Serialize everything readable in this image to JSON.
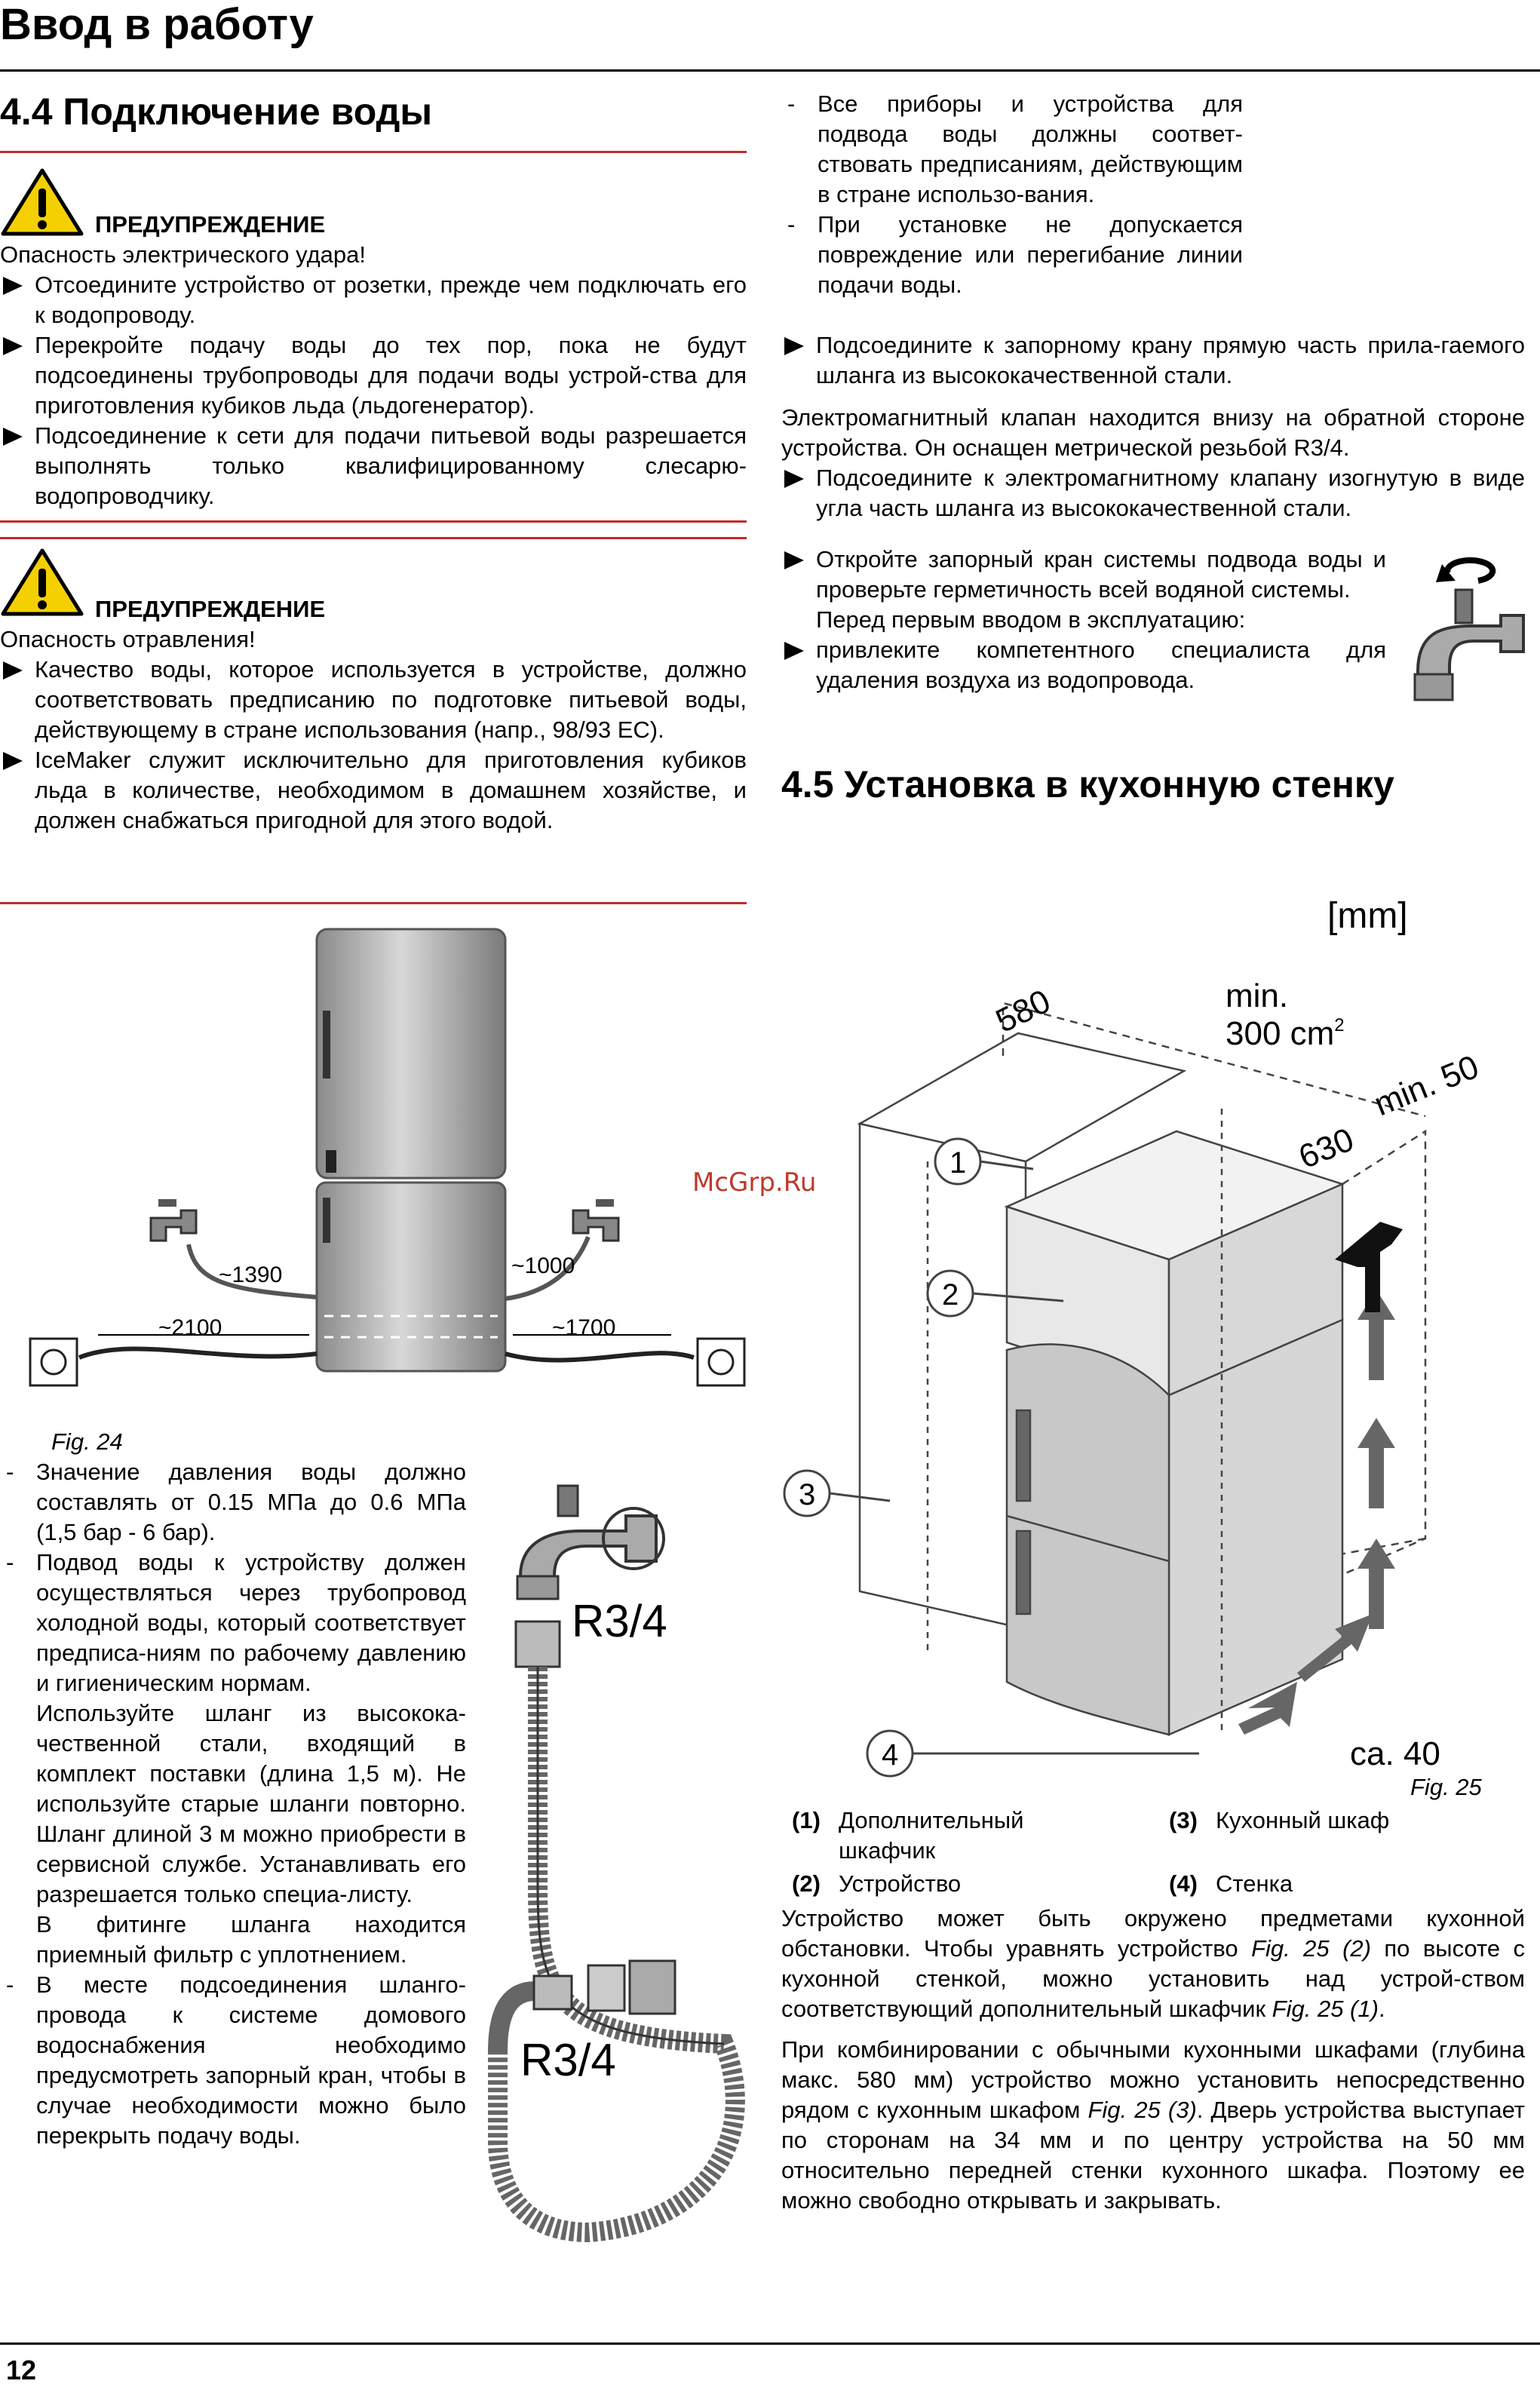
{
  "header": {
    "title": "Ввод в работу",
    "page_number": "12"
  },
  "watermark": "McGrp.Ru",
  "section_44": {
    "title": "4.4 Подключение воды",
    "warning1": {
      "title": "ПРЕДУПРЕЖДЕНИЕ",
      "subtitle": "Опасность электрического удара!",
      "items": [
        "Отсоедините устройство от розетки, прежде чем подключать его к водопроводу.",
        "Перекройте подачу воды до тех пор, пока не будут подсоединены трубопроводы для подачи воды устрой-ства для приготовления кубиков льда (льдогенератор).",
        "Подсоединение к сети для подачи питьевой воды разрешается выполнять только квалифицированному слесарю-водопроводчику."
      ]
    },
    "warning2": {
      "title": "ПРЕДУПРЕЖДЕНИЕ",
      "subtitle": "Опасность отравления!",
      "items": [
        "Качество воды, которое используется в устройстве, должно соответствовать предписанию по подготовке питьевой воды, действующему в стране использования (напр., 98/93 ЕС).",
        "IceMaker служит исключительно для приготовления кубиков льда в количестве, необходимом в домашнем хозяйстве, и должен снабжаться пригодной для этого водой."
      ]
    },
    "fig24": {
      "caption": "Fig. 24",
      "dim_1390": "~1390",
      "dim_1000": "~1000",
      "dim_2100": "~2100",
      "dim_1700": "~1700"
    },
    "pressure_items": [
      "Значение давления воды должно составлять от 0.15 МПа до 0.6 МПа (1,5 бар - 6 бар).",
      "Подвод воды к устройству должен осуществляться через трубопровод холодной воды, который соответствует предписа-ниям по рабочему давлению и гигиеническим нормам."
    ],
    "hose_paragraph1": "Используйте шланг из высокока-чественной стали, входящий в комплект поставки (длина 1,5 м). Не используйте старые шланги повторно. Шланг длиной 3 м можно приобрести в сервисной службе. Устанавливать его разрешается только специа-листу.",
    "hose_paragraph2": "В фитинге шланга находится приемный фильтр с уплотнением.",
    "valve_item": "В месте подсоединения шланго-провода к системе домового водоснабжения необходимо предусмотреть запорный кран, чтобы в случае необходимости можно было перекрыть подачу воды.",
    "hose_fig": {
      "thread_top": "R3/4",
      "thread_bottom": "R3/4"
    },
    "right_dash_items": [
      "Все приборы и устройства для подвода воды должны соответ-ствовать предписаниям, действующим в стране использо-вания.",
      "При установке не допускается повреждение или перегибание линии подачи воды."
    ],
    "right_bullet1": "Подсоедините к запорному крану прямую часть прила-гаемого шланга из высококачественной стали.",
    "solenoid_paragraph": "Электромагнитный клапан находится внизу на обратной стороне устройства. Он оснащен метрической резьбой R3/4.",
    "right_bullet2": "Подсоедините к электромагнитному клапану изогнутую в виде угла часть шланга из высококачественной стали.",
    "right_bullet3": "Откройте запорный кран системы подвода воды и проверьте герметичность всей водяной системы.",
    "before_first_use": "Перед первым вводом в эксплуатацию:",
    "right_bullet4": "привлеките компетентного специалиста для удаления воздуха из водопровода."
  },
  "section_45": {
    "title": "4.5 Установка в кухонную стенку",
    "fig25": {
      "caption": "Fig. 25",
      "unit": "[mm]",
      "dim_580": "580",
      "min_label": "min.",
      "area_label": "300 cm",
      "area_sup": "2",
      "min50": "min. 50",
      "dim_630": "630",
      "ca40": "ca. 40",
      "callouts": [
        "1",
        "2",
        "3",
        "4"
      ]
    },
    "legend": [
      {
        "num": "(1)",
        "text": "Дополнительный шкафчик"
      },
      {
        "num": "(2)",
        "text": "Устройство"
      },
      {
        "num": "(3)",
        "text": "Кухонный шкаф"
      },
      {
        "num": "(4)",
        "text": "Стенка"
      }
    ],
    "paragraph1_a": "Устройство может быть окружено предметами кухонной обстановки. Чтобы уравнять устройство ",
    "paragraph1_ref1": "Fig. 25 (2)",
    "paragraph1_b": " по высоте с кухонной стенкой, можно установить над устрой-ством соответствующий дополнительный шкафчик ",
    "paragraph1_ref2": "Fig. 25 (1)",
    "paragraph1_c": ".",
    "paragraph2_a": "При комбинировании с обычными кухонными шкафами (глубина макс. 580 мм) устройство можно установить непосредственно рядом с кухонным шкафом ",
    "paragraph2_ref": "Fig. 25 (3)",
    "paragraph2_b": ". Дверь устройства выступает по сторонам на 34 мм и по центру устройства на 50 мм относительно передней стенки кухонного шкафа. Поэтому ее можно свободно открывать и закрывать."
  }
}
